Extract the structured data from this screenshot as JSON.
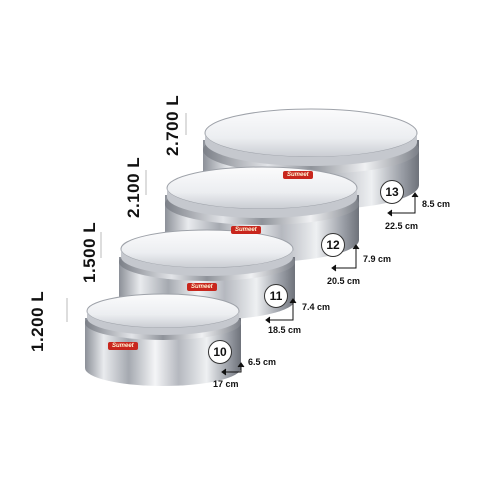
{
  "products": [
    {
      "capacity": "2.700 L",
      "size_no": "13",
      "height": "8.5 cm",
      "diameter": "22.5 cm",
      "brand": "Sumeet"
    },
    {
      "capacity": "2.100 L",
      "size_no": "12",
      "height": "7.9 cm",
      "diameter": "20.5 cm",
      "brand": "Sumeet"
    },
    {
      "capacity": "1.500 L",
      "size_no": "11",
      "height": "7.4 cm",
      "diameter": "18.5 cm",
      "brand": "Sumeet"
    },
    {
      "capacity": "1.200 L",
      "size_no": "10",
      "height": "6.5 cm",
      "diameter": "17 cm",
      "brand": "Sumeet"
    }
  ],
  "colors": {
    "steel_light": "#f2f3f5",
    "steel_mid": "#b9bcc2",
    "steel_dark": "#6e727a",
    "brand_red": "#c8261d"
  }
}
